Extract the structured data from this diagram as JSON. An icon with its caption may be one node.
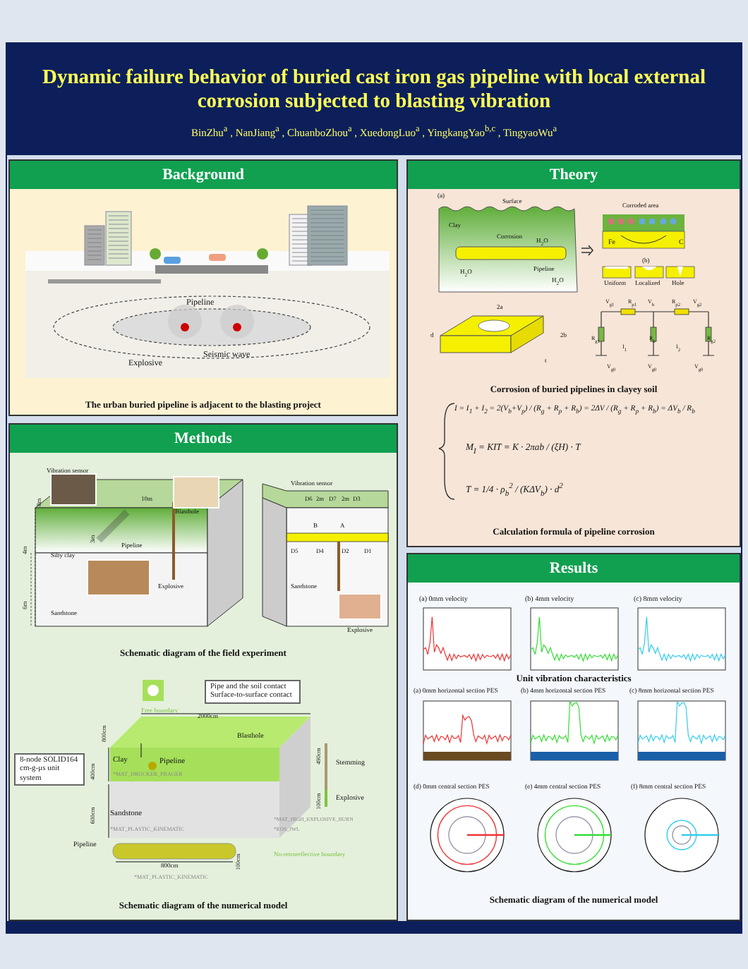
{
  "diagram": {
    "title": "Dynamic failure behavior of buried cast iron gas pipeline with local external corrosion subjected to blasting vibration",
    "nodes": [
      {
        "text": [
          "Background",
          "The urban buried pipeline is adjacent to the blasting project"
        ]
      },
      {
        "text": [
          "Theory",
          "Corrosion of buried pipelines in clayey soil",
          "Calculation formula of pipeline corrosion"
        ]
      },
      {
        "text": [
          "Methods",
          "Schematic diagram of the field experiment",
          "Schematic diagram of the numerical model"
        ]
      },
      {
        "text": [
          "Results",
          "Unit vibration characteristics",
          "Schematic diagram of the numerical model"
        ]
      },
      {
        "text": [
          "Pipe and the soil contact Surface-to-surface contact"
        ],
        "in": 2
      },
      {
        "text": [
          "8-node SOLID164 cm-g-μs unit system"
        ],
        "in": 2
      }
    ],
    "labels": [
      "BinZhu$^{a}$ , NanJiang$^{a}$ , ChuanboZhou$^{a}$ , XuedongLuo$^{a}$ , YingkangYao$^{b,c}$ , TingyaoWu$^{a}$",
      "Pipeline",
      "Seismic wave",
      "Explosive",
      "(a)",
      "Surface",
      "Clay",
      "Corrosion",
      "H$_{2}$O",
      "Pipeline",
      "H$_{2}$O",
      "H$_{2}$O",
      "Corroded area",
      "Fe",
      "C",
      "(b)",
      "Uniform",
      "Localized",
      "Hole",
      "2a",
      "d",
      "2b",
      "t",
      "V$_{g1}$",
      "R$_{p1}$",
      "V$_{b}$",
      "R$_{p2}$",
      "V$_{g2}$",
      "R$_{g1}$",
      "R$_{b}$",
      "R$_{g2}$",
      "I$_{1}$",
      "I$_{2}$",
      "V$_{g0}$",
      "V$_{g0}$",
      "V$_{g0}$",
      "I = I$_{1}$ + I$_{2}$ = 2(V$_{b}$+V$_{p}$) / (R$_{g}$ + R$_{p}$ + R$_{b}$) = 2ΔV / (R$_{g}$ + R$_{p}$ + R$_{b}$) = ΔV$_{b}$ / R$_{b}$",
      "M$_{I}$ = KIT = K · 2πab / (ξH) · T",
      "T = 1/4 · ρ$_{b}$$^{2}$ / (KΔV$_{b}$) · d$^{2}$",
      "Vibration sensor",
      "8m",
      "10m",
      "Blasthole",
      "4m",
      "3m",
      "Pipeline",
      "Silty clay",
      "Explosive",
      "6m",
      "Sandstone",
      "Vibration sensor",
      "D6",
      "2m",
      "D7",
      "2m",
      "D3",
      "B",
      "A",
      "D5",
      "D4",
      "D2",
      "D1",
      "Sandstone",
      "Explosive",
      "Free boundary",
      "2000cm",
      "800cm",
      "Blasthole",
      "400cm",
      "Clay",
      "Pipeline",
      "*MAT_DRUCKER_PRAGER",
      "600cm",
      "Sandstone",
      "*MAT_PLASTIC_KINEMATIC",
      "490cm",
      "Stemming",
      "100cm",
      "Explosive",
      "*MAT_HIGH_EXPLOSIVE_BURN",
      "*EOS_JWL",
      "No-retroreflective boundary",
      "Pipeline",
      "100cm",
      "800cm",
      "*MAT_PLASTIC_KINEMATIC",
      "(a) 0mm velocity",
      "(b) 4mm velocity",
      "(c) 8mm velocity",
      "(a) 0mm horizontal section PES",
      "(b) 4mm horizontal section PES",
      "(c) 8mm horizontal section PES",
      "(d) 0mm central section PES",
      "(e) 4mm central section PES",
      "(f) 8mm central section PES"
    ]
  }
}
